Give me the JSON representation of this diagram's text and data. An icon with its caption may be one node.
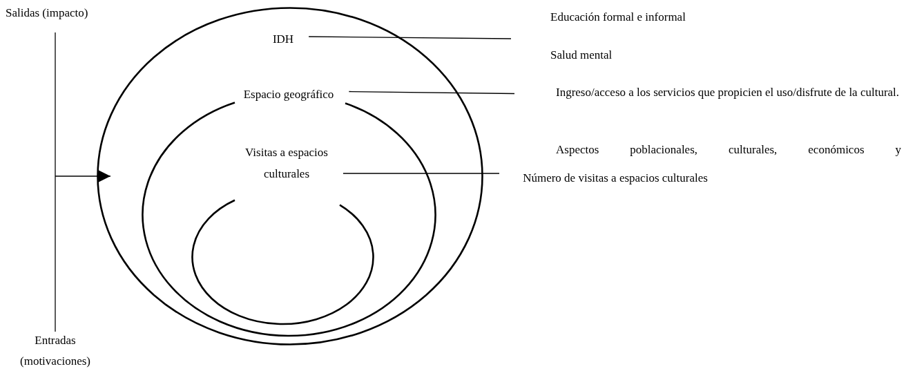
{
  "diagram": {
    "nodes": [
      {
        "text": [
          "IDH"
        ]
      },
      {
        "text": [
          "Espacio geográfico"
        ],
        "in": 0
      },
      {
        "text": [
          "Visitas a espacios culturales"
        ],
        "in": 1
      },
      {
        "text": [
          "Educación formal e informal",
          "Salud mental"
        ]
      },
      {
        "text": [
          "Ingreso/acceso a los servicios que propicien el uso/disfrute de la cultural."
        ]
      },
      {
        "text": [
          "Número de visitas a espacios culturales"
        ]
      }
    ],
    "edges": [
      {
        "from": 0,
        "to": 3,
        "arrow": "none"
      },
      {
        "from": 1,
        "to": 4,
        "arrow": "none"
      },
      {
        "from": 2,
        "to": 5,
        "arrow": "none"
      },
      {
        "from": null,
        "to": 0,
        "arrow": "to"
      }
    ],
    "labels": [
      "Salidas (impacto)",
      "Aspectos poblacionales, culturales, económicos y",
      "Entradas (motivaciones)"
    ]
  }
}
